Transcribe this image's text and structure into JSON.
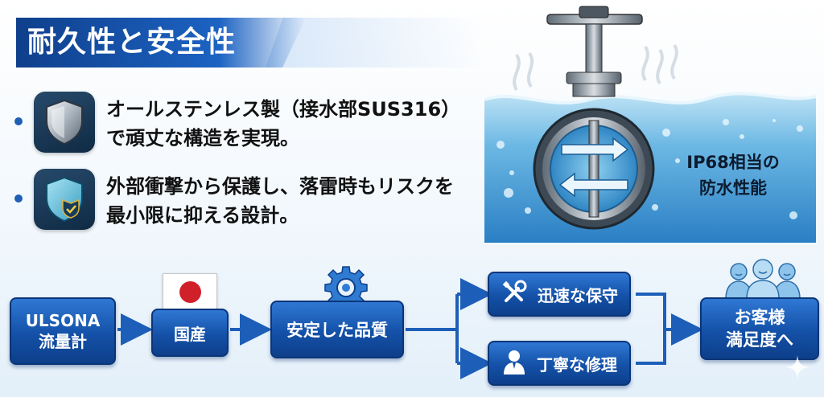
{
  "title": "耐久性と安全性",
  "features": [
    {
      "line1": "オールステンレス製（接水部SUS316）",
      "line2": "で頑丈な構造を実現。",
      "icon": "silver-shield-icon"
    },
    {
      "line1": "外部衝撃から保護し、落雷時もリスクを",
      "line2": "最小限に抑える設計。",
      "icon": "shield-check-icon"
    }
  ],
  "water_label": {
    "line1": "IP68相当の",
    "line2": "防水性能"
  },
  "flow": {
    "start": {
      "line1": "ULSONA",
      "line2": "流量計"
    },
    "japan": "国産",
    "quality": "安定した品質",
    "maintenance": "迅速な保守",
    "repair": "丁寧な修理",
    "goal": {
      "line1": "お客様",
      "line2": "満足度へ"
    }
  },
  "colors": {
    "accent": "#1c63c2",
    "dark_blue": "#0d3f8a",
    "flag_red": "#d0202a"
  }
}
